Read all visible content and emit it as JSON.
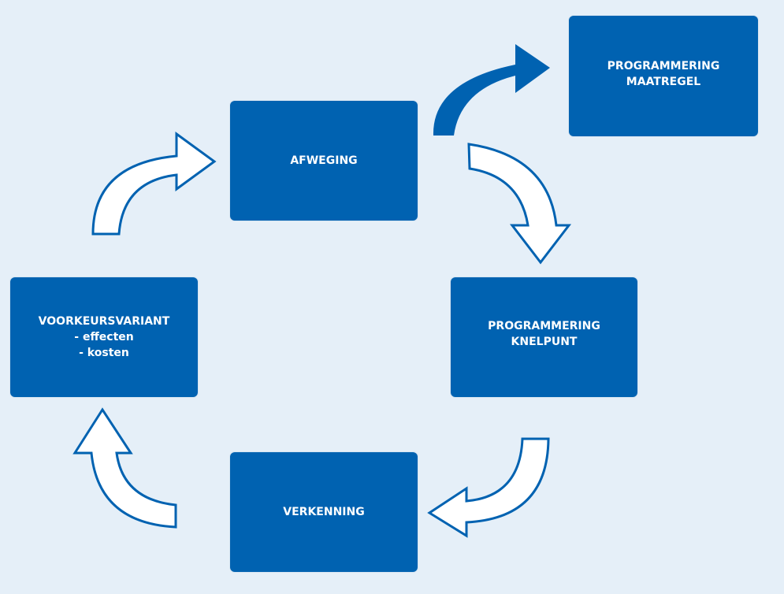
{
  "boxes": {
    "programmering_maatregel": {
      "line1": "PROGRAMMERING",
      "line2": "MAATREGEL"
    },
    "afweging": {
      "line1": "AFWEGING"
    },
    "programmering_knelpunt": {
      "line1": "PROGRAMMERING",
      "line2": "KNELPUNT"
    },
    "voorkeursvariant": {
      "line1": "VOORKEURSVARIANT",
      "line2": "- effecten",
      "line3": "- kosten"
    },
    "verkenning": {
      "line1": "VERKENNING"
    }
  },
  "colors": {
    "background": "#e5eff8",
    "box": "#0062b1",
    "arrow_stroke": "#0062b1",
    "arrow_fill": "#ffffff",
    "text": "#ffffff"
  },
  "icons": {
    "solid_arrow": "curved-arrow-solid",
    "outline_arrow": "curved-arrow-outline"
  }
}
